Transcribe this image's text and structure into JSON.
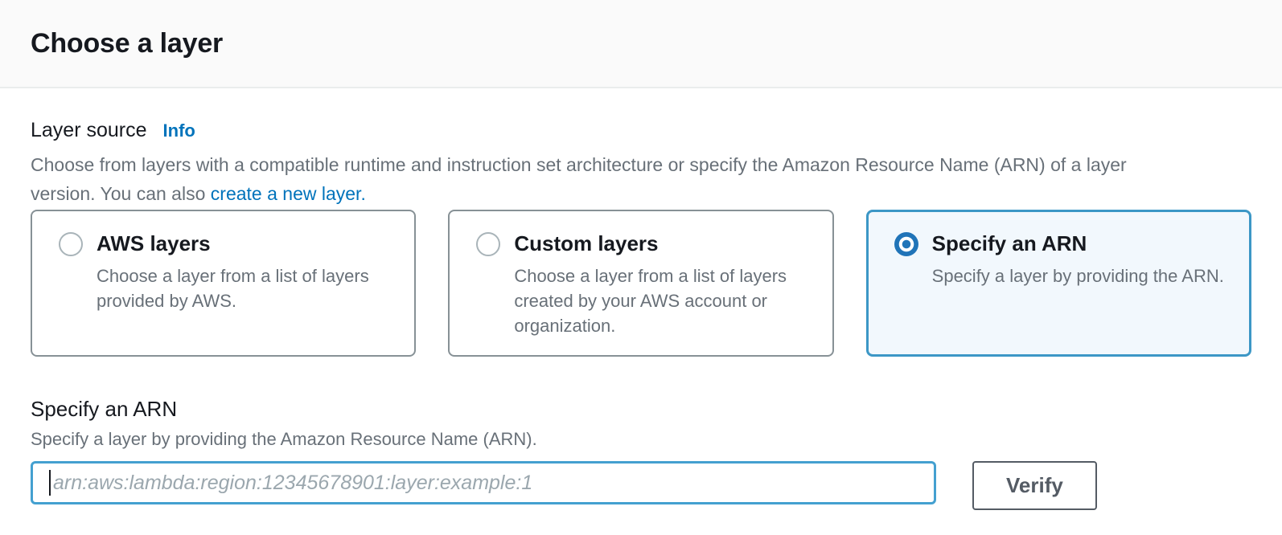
{
  "header": {
    "title": "Choose a layer"
  },
  "layer_source": {
    "label": "Layer source",
    "info_link": "Info",
    "description_line1": "Choose from layers with a compatible runtime and instruction set architecture or specify the Amazon Resource Name (ARN) of a layer",
    "description_line2_prefix": "version. You can also ",
    "create_link": "create a new layer."
  },
  "options": [
    {
      "title": "AWS layers",
      "description": "Choose a layer from a list of layers provided by AWS.",
      "selected": false
    },
    {
      "title": "Custom layers",
      "description": "Choose a layer from a list of layers created by your AWS account or organization.",
      "selected": false
    },
    {
      "title": "Specify an ARN",
      "description": "Specify a layer by providing the ARN.",
      "selected": true
    }
  ],
  "arn_section": {
    "heading": "Specify an ARN",
    "description": "Specify a layer by providing the Amazon Resource Name (ARN).",
    "input_value": "",
    "input_placeholder": "arn:aws:lambda:region:12345678901:layer:example:1",
    "verify_button": "Verify"
  },
  "colors": {
    "accent_blue": "#0073bb",
    "selected_card_border": "#3c97c6",
    "selected_card_bg": "#f2f8fd",
    "radio_selected": "#2074b8",
    "input_focus_border": "#44a0d0",
    "button_border": "#545b64",
    "header_bg": "#fafafa",
    "divider": "#eaeded",
    "text_primary": "#16191f",
    "text_secondary": "#687078"
  }
}
